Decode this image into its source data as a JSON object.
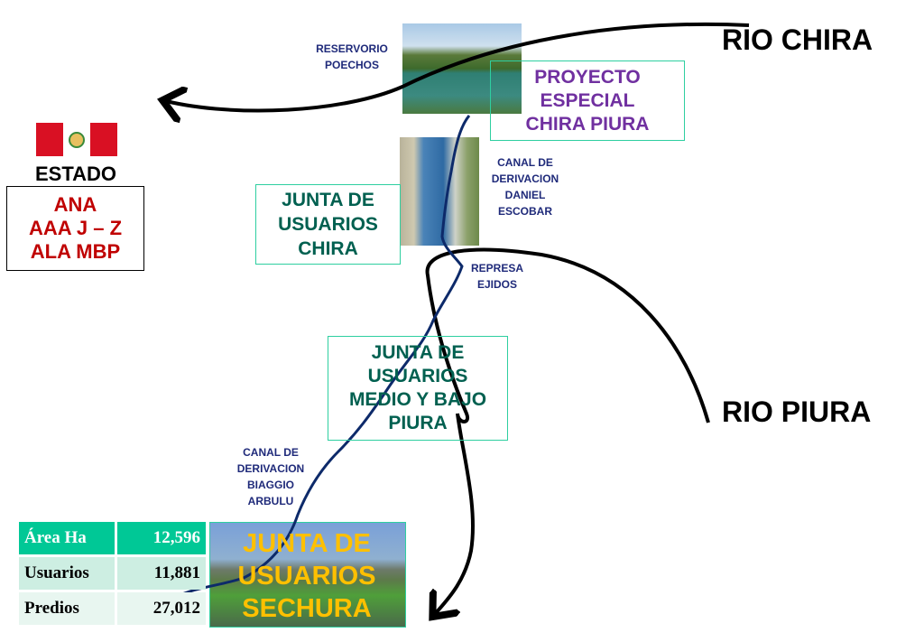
{
  "rivers": {
    "chira": "RIO CHIRA",
    "piura": "RIO PIURA"
  },
  "labels": {
    "reservorio": [
      "RESERVORIO",
      "POECHOS"
    ],
    "canal_escobar": [
      "CANAL DE",
      "DERIVACION",
      "DANIEL",
      "ESCOBAR"
    ],
    "represa": [
      "REPRESA",
      "EJIDOS"
    ],
    "canal_arbulu": [
      "CANAL DE",
      "DERIVACION",
      "BIAGGIO",
      "ARBULU"
    ]
  },
  "boxes": {
    "proyecto": [
      "PROYECTO",
      "ESPECIAL",
      "CHIRA PIURA"
    ],
    "junta_chira": [
      "JUNTA DE",
      "USUARIOS",
      "CHIRA"
    ],
    "junta_medio": [
      "JUNTA DE",
      "USUARIOS",
      "MEDIO Y BAJO",
      "PIURA"
    ],
    "junta_sechura": [
      "JUNTA DE",
      "USUARIOS",
      "SECHURA"
    ]
  },
  "estado": {
    "title": "ESTADO",
    "lines": [
      "ANA",
      "AAA J – Z",
      "ALA MBP"
    ]
  },
  "stats": [
    {
      "label": "Área Ha",
      "value": "12,596"
    },
    {
      "label": "Usuarios",
      "value": "11,881"
    },
    {
      "label": "Predios",
      "value": "27,012"
    }
  ],
  "colors": {
    "purple": "#7030a0",
    "green": "#006050",
    "red": "#c00000",
    "navy": "#1f2a7a",
    "teal": "#00c896",
    "gold": "#ffc000"
  }
}
